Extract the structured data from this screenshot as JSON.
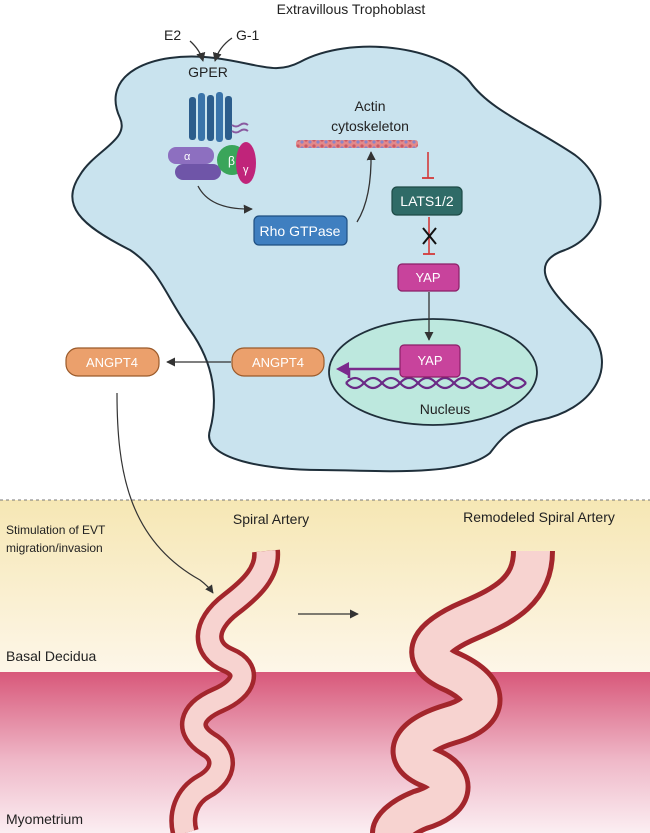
{
  "title": "Extravillous Trophoblast",
  "ligands": {
    "e2": "E2",
    "g1": "G-1"
  },
  "receptor": "GPER",
  "g_protein": {
    "alpha": "α",
    "beta": "β",
    "gamma": "γ"
  },
  "cytoskeleton": {
    "line1": "Actin",
    "line2": "cytoskeleton"
  },
  "boxes": {
    "rho": "Rho GTPase",
    "lats": "LATS1/2",
    "yap_cyto": "YAP",
    "yap_nuc": "YAP",
    "angpt4_in": "ANGPT4",
    "angpt4_out": "ANGPT4"
  },
  "nucleus": "Nucleus",
  "tissue": {
    "stimulation_line1": "Stimulation of EVT",
    "stimulation_line2": "migration/invasion",
    "spiral": "Spiral Artery",
    "remodeled": "Remodeled Spiral Artery",
    "decidua": "Basal Decidua",
    "myometrium": "Myometrium"
  },
  "colors": {
    "cell": "#c9e3ee",
    "nucleus": "#bde8de",
    "rho": "#3f7fc0",
    "lats": "#2f6b67",
    "yap": "#c8439c",
    "angpt4": "#eba06c",
    "decidua_top": "#f6e7b4",
    "myometrium": "#d9607e",
    "artery_wall": "#a3262c",
    "artery_lumen": "#f7d3d0",
    "inhibit": "#d33a3a"
  }
}
